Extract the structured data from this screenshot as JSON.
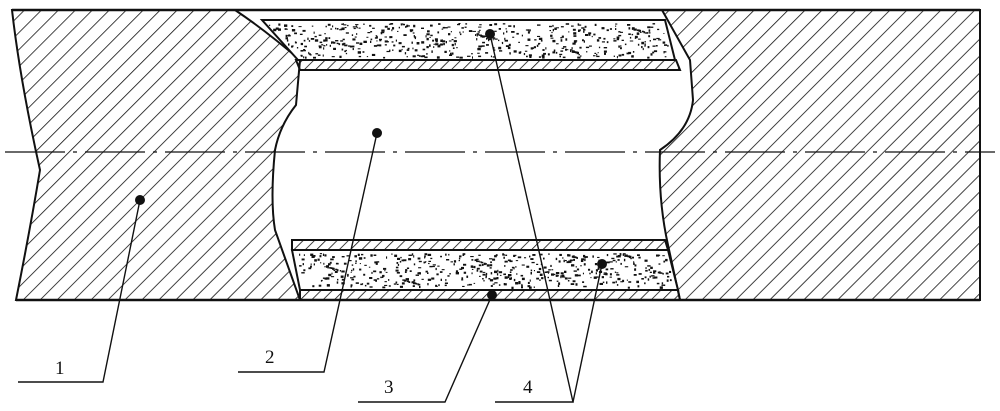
{
  "labels": [
    {
      "id": "label-1",
      "text": "1"
    },
    {
      "id": "label-2",
      "text": "2"
    },
    {
      "id": "label-3",
      "text": "3"
    },
    {
      "id": "label-4",
      "text": "4"
    }
  ],
  "colors": {
    "ink": "#111111",
    "background": "#ffffff"
  }
}
